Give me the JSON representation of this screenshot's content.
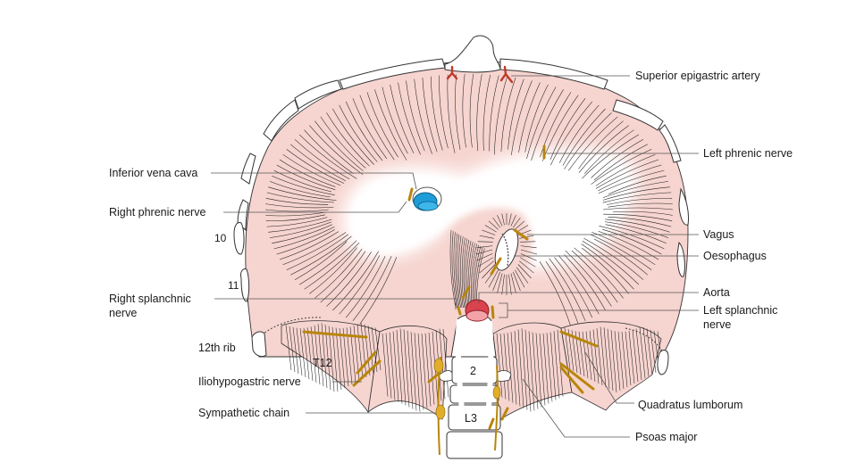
{
  "labels": {
    "superior_epigastric_artery": "Superior epigastric artery",
    "left_phrenic_nerve": "Left phrenic nerve",
    "inferior_vena_cava": "Inferior vena cava",
    "right_phrenic_nerve": "Right phrenic nerve",
    "vagus": "Vagus",
    "oesophagus": "Oesophagus",
    "aorta": "Aorta",
    "left_splanchnic_nerve_line1": "Left splanchnic",
    "left_splanchnic_nerve_line2": "nerve",
    "right_splanchnic_nerve_line1": "Right splanchnic",
    "right_splanchnic_nerve_line2": "nerve",
    "rib_10": "10",
    "rib_11": "11",
    "rib_12": "12th rib",
    "vertebra_t12": "T12",
    "vertebra_2": "2",
    "vertebra_l3": "L3",
    "iliohypogastric_nerve": "Iliohypogastric nerve",
    "sympathetic_chain": "Sympathetic chain",
    "quadratus_lumborum": "Quadratus lumborum",
    "psoas_major": "Psoas major"
  },
  "colors": {
    "muscle_pink": "#f6d4cf",
    "tendon_white": "#ffffff",
    "ivc_blue": "#1e9cd7",
    "aorta_red": "#d9434d",
    "nerve_yellow": "#e2ae2a",
    "artery_red": "#c0392b"
  }
}
